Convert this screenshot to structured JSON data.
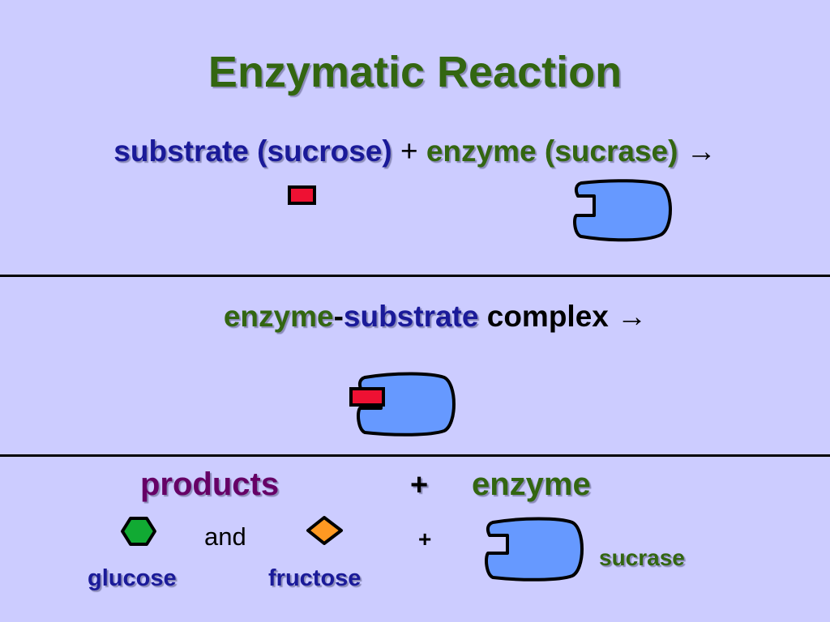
{
  "slide": {
    "title": "Enzymatic Reaction"
  },
  "equation1": {
    "substrate": "substrate (sucrose)",
    "plus": "+",
    "enzyme": "enzyme (sucrase)",
    "arrow": "→"
  },
  "equation2": {
    "enzyme": "enzyme",
    "hyphen": "-",
    "substrate": "substrate",
    "complex": "complex",
    "arrow": "→"
  },
  "products_row": {
    "products": "products",
    "plus": "+",
    "enzyme": "enzyme",
    "and": "and",
    "plus_small": "+",
    "glucose": "glucose",
    "fructose": "fructose",
    "sucrase": "sucrase"
  },
  "colors": {
    "background": "#ccccff",
    "title_green": "#336611",
    "substrate_blue": "#1a1a99",
    "enzyme_fill": "#6699ff",
    "substrate_red": "#ee1133",
    "glucose_green": "#11aa33",
    "fructose_orange": "#ff9922",
    "products_purple": "#660066"
  }
}
